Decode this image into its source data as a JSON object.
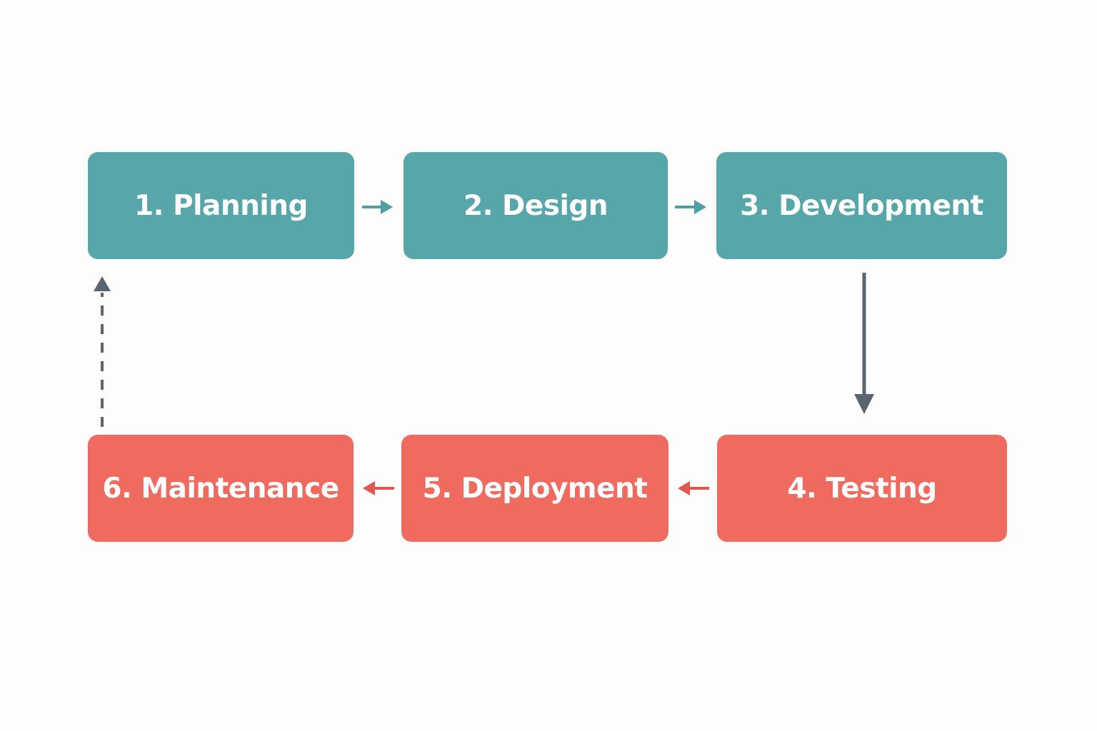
{
  "diagram": {
    "steps": [
      {
        "label": "1. Planning",
        "phase": "top"
      },
      {
        "label": "2. Design",
        "phase": "top"
      },
      {
        "label": "3. Development",
        "phase": "top"
      },
      {
        "label": "4. Testing",
        "phase": "bottom"
      },
      {
        "label": "5. Deployment",
        "phase": "bottom"
      },
      {
        "label": "6. Maintenance",
        "phase": "bottom"
      }
    ],
    "colors": {
      "top_box": "#57a6a9",
      "bottom_box": "#ef6b60",
      "top_arrow": "#4d9fa3",
      "bottom_arrow": "#e0574d",
      "connector": "#5b6570",
      "background": "#fdfdfd"
    }
  }
}
